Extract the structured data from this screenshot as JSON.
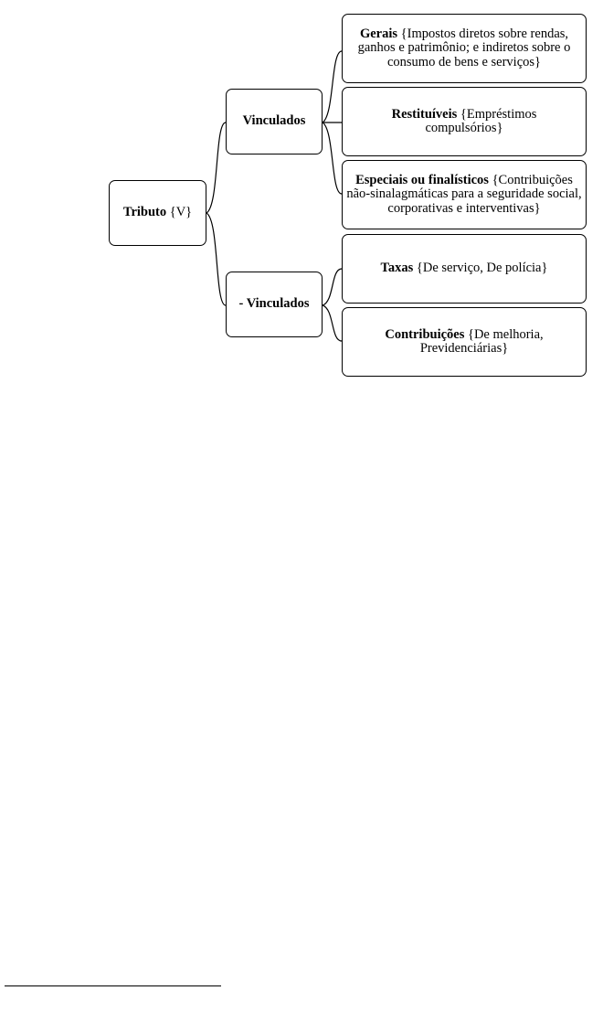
{
  "tree": {
    "root": {
      "bold": "Tributo",
      "rest": " {V}"
    },
    "branches": [
      {
        "label": "Vinculados",
        "leaves": [
          {
            "bold": "Gerais",
            "rest": " {Impostos diretos sobre rendas, ganhos e patrimônio; e indiretos sobre o consumo de bens e serviços}"
          },
          {
            "bold": "Restituíveis",
            "rest": " {Empréstimos compulsórios}"
          },
          {
            "bold": "Especiais ou finalísticos",
            "rest": " {Contribuições não-sinalagmáticas para a seguridade social, corporativas e interventivas}"
          }
        ]
      },
      {
        "label": "- Vinculados",
        "leaves": [
          {
            "bold": "Taxas",
            "rest": " {De serviço, De polícia}"
          },
          {
            "bold": "Contribuições",
            "rest": " {De melhoria, Previdenciárias}"
          }
        ]
      }
    ]
  }
}
